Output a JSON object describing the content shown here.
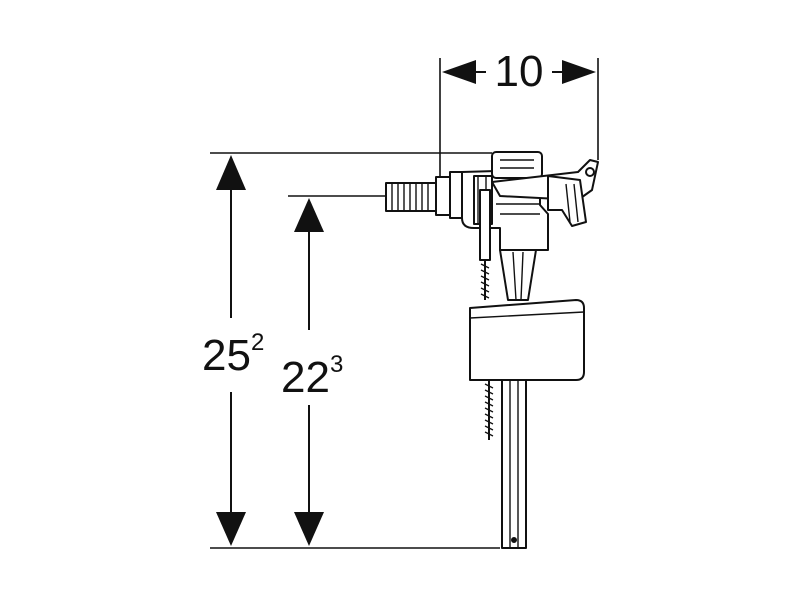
{
  "dimensions": {
    "width": {
      "value": "10"
    },
    "overall_height": {
      "value": "25",
      "superscript": "2"
    },
    "inlet_height": {
      "value": "22",
      "superscript": "3"
    }
  },
  "colors": {
    "line": "#111111",
    "fill_light": "#ffffff",
    "fill_shade": "#d9d9d9"
  }
}
